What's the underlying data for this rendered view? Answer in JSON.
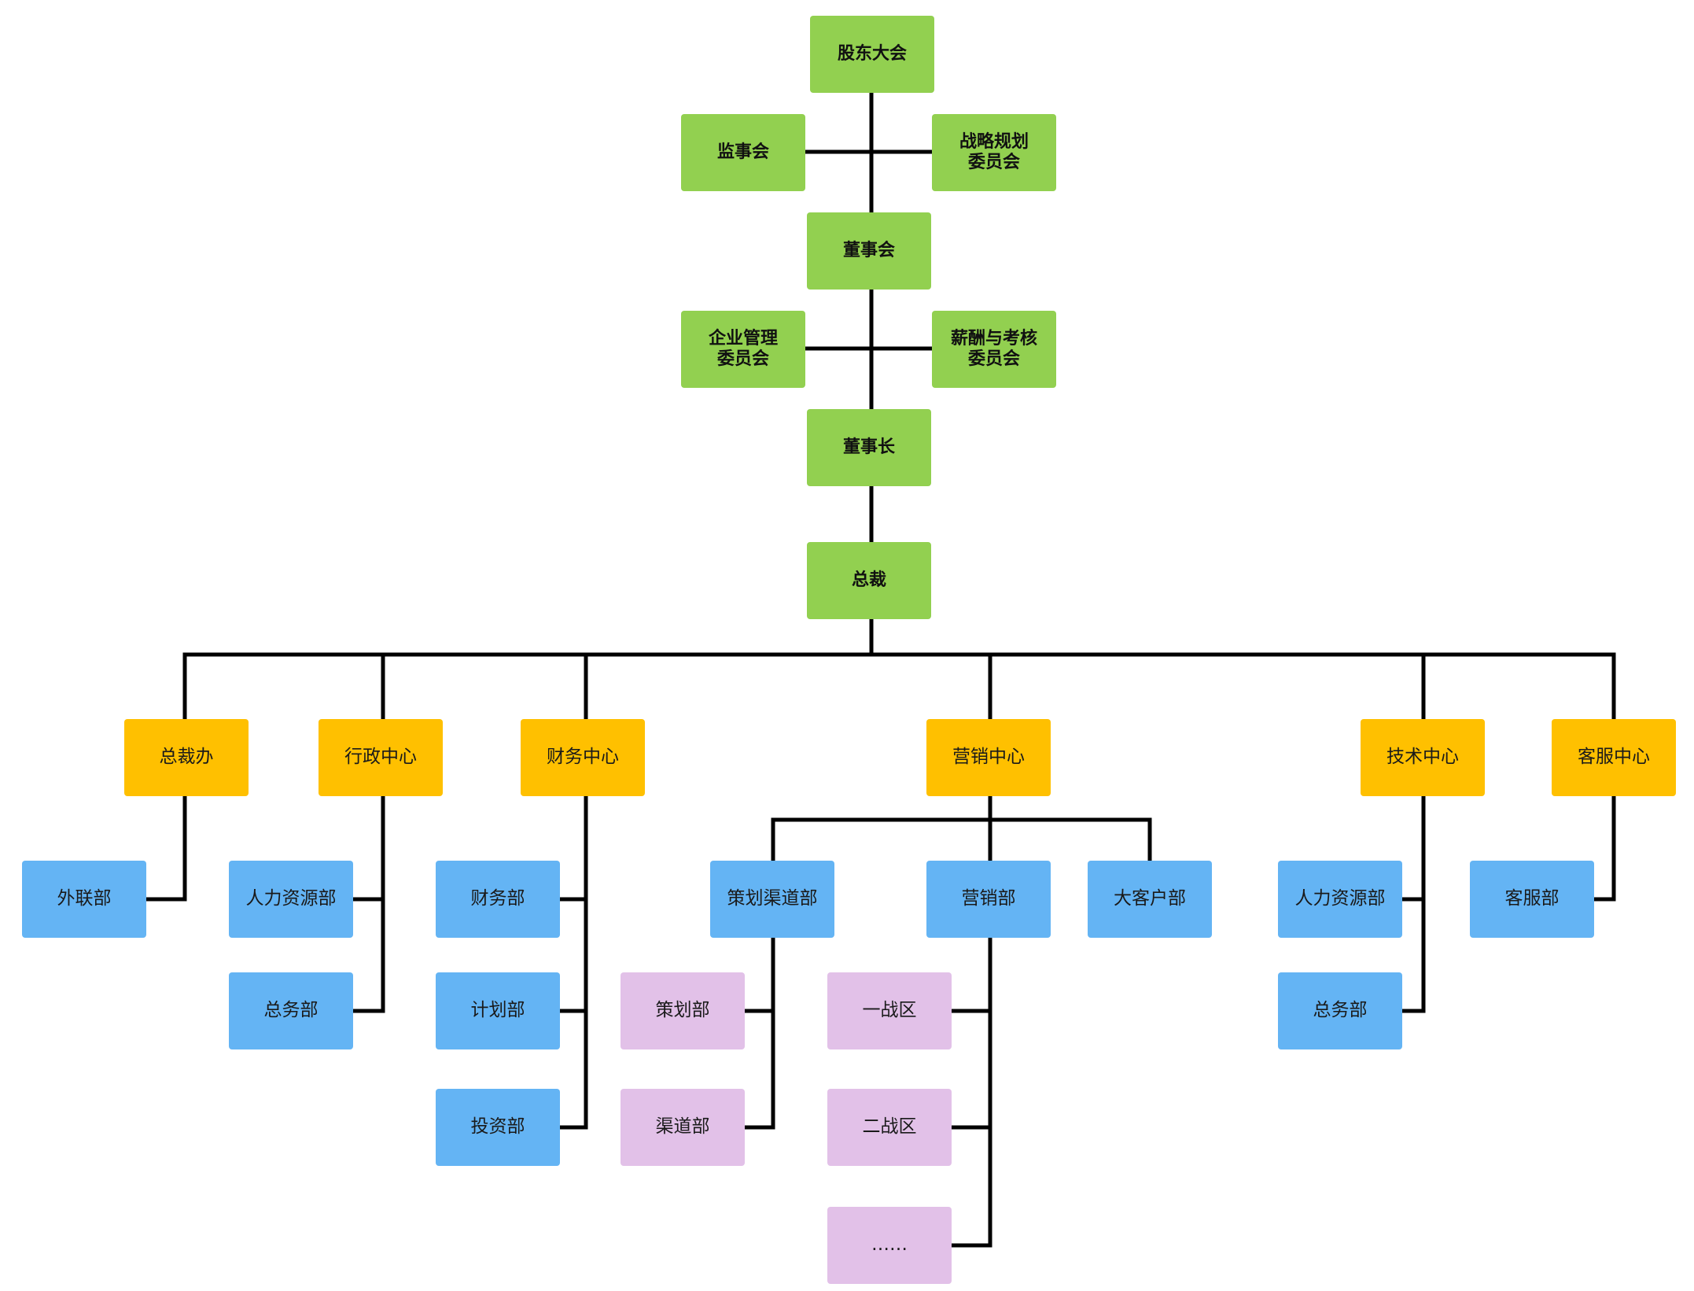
{
  "colors": {
    "governance": "#92d050",
    "center": "#ffc000",
    "department": "#64b4f4",
    "unit": "#e2c1e8",
    "connector": "#000000"
  },
  "governance": {
    "shareholders_meeting": "股东大会",
    "supervisory_board": "监事会",
    "strategy_committee": "战略规划\n委员会",
    "board_of_directors": "董事会",
    "management_committee": "企业管理\n委员会",
    "compensation_committee": "薪酬与考核\n委员会",
    "chairman": "董事长",
    "president": "总裁"
  },
  "centers": {
    "president_office": {
      "label": "总裁办",
      "departments": [
        "外联部"
      ]
    },
    "admin_center": {
      "label": "行政中心",
      "departments": [
        "人力资源部",
        "总务部"
      ]
    },
    "finance_center": {
      "label": "财务中心",
      "departments": [
        "财务部",
        "计划部",
        "投资部"
      ]
    },
    "marketing_center": {
      "label": "营销中心",
      "departments": [
        {
          "label": "策划渠道部",
          "units": [
            "策划部",
            "渠道部"
          ]
        },
        {
          "label": "营销部",
          "units": [
            "一战区",
            "二战区",
            "……"
          ]
        },
        {
          "label": "大客户部",
          "units": []
        }
      ]
    },
    "tech_center": {
      "label": "技术中心",
      "departments": [
        "人力资源部",
        "总务部"
      ]
    },
    "service_center": {
      "label": "客服中心",
      "departments": [
        "客服部"
      ]
    }
  }
}
